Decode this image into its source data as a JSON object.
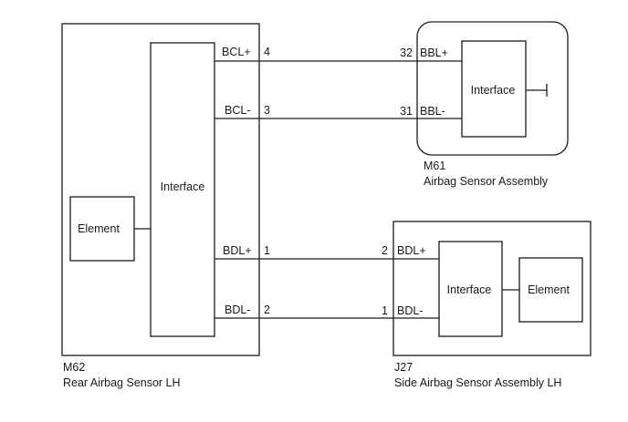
{
  "components": {
    "m62": {
      "code": "M62",
      "name": "Rear Airbag Sensor LH",
      "interface_label": "Interface",
      "element_label": "Element"
    },
    "m61": {
      "code": "M61",
      "name": "Airbag Sensor Assembly",
      "interface_label": "Interface"
    },
    "j27": {
      "code": "J27",
      "name": "Side Airbag Sensor Assembly LH",
      "interface_label": "Interface",
      "element_label": "Element"
    }
  },
  "connections": [
    {
      "from_signal": "BCL+",
      "from_pin": "4",
      "to_pin": "32",
      "to_signal": "BBL+"
    },
    {
      "from_signal": "BCL-",
      "from_pin": "3",
      "to_pin": "31",
      "to_signal": "BBL-"
    },
    {
      "from_signal": "BDL+",
      "from_pin": "1",
      "to_pin": "2",
      "to_signal": "BDL+"
    },
    {
      "from_signal": "BDL-",
      "from_pin": "2",
      "to_pin": "1",
      "to_signal": "BDL-"
    }
  ]
}
